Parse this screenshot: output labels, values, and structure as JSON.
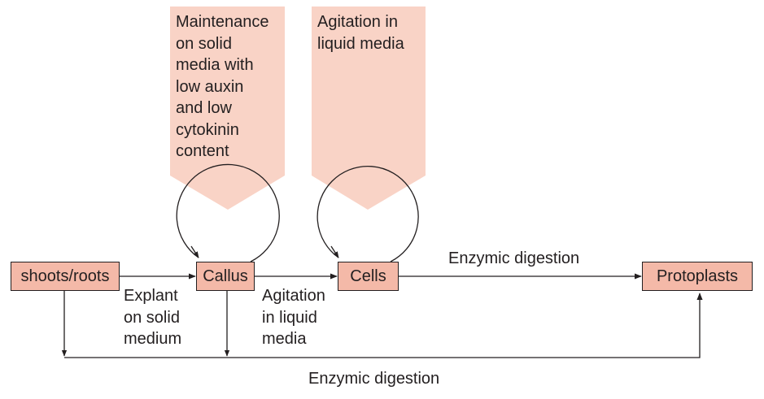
{
  "colors": {
    "banner": "#f9d3c6",
    "box": "#f4b9a8",
    "line": "#231f20"
  },
  "banners": [
    {
      "text": "Maintenance\non solid\nmedia with\nlow auxin\nand low\ncytokinin\ncontent"
    },
    {
      "text": "Agitation in\nliquid media"
    }
  ],
  "nodes": {
    "shoots_roots": "shoots/roots",
    "callus": "Callus",
    "cells": "Cells",
    "protoplasts": "Protoplasts"
  },
  "edge_labels": {
    "explant": "Explant\non solid\nmedium",
    "agitation": "Agitation\nin liquid\nmedia",
    "enzymic_top": "Enzymic digestion",
    "enzymic_bottom": "Enzymic digestion"
  }
}
